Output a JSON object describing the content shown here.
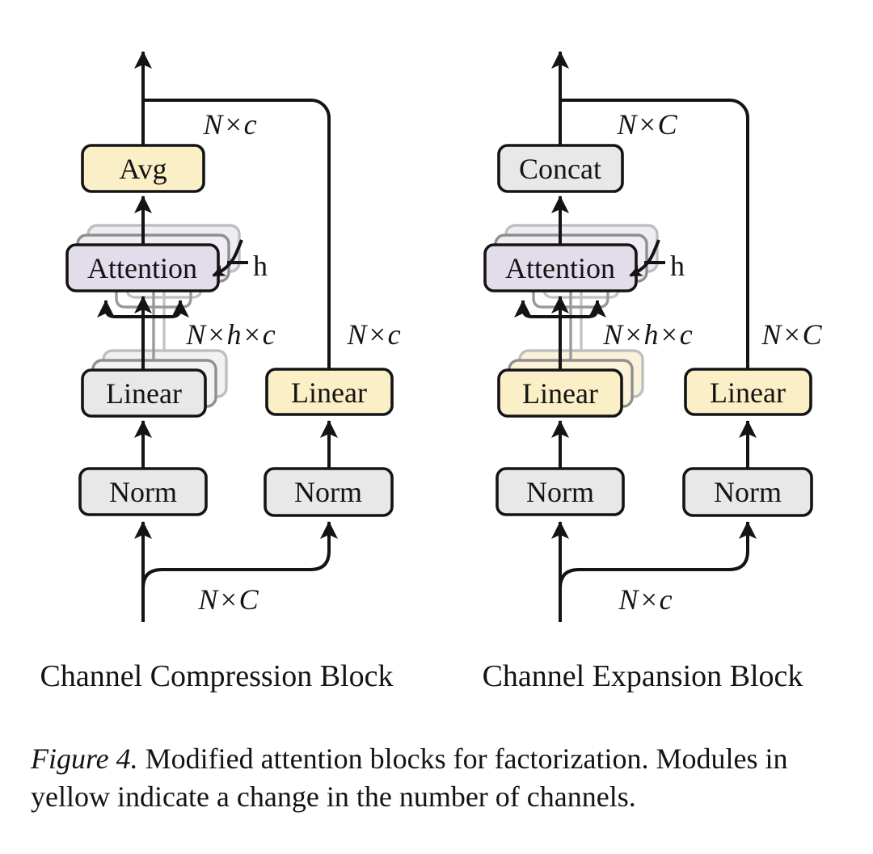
{
  "legend_colors": {
    "channel_change_fill": "#faefc6",
    "regular_module_fill": "#e8e8e8",
    "attention_fill": "#e3dcea",
    "line_color": "#141414"
  },
  "compression_block": {
    "title": "Channel Compression Block",
    "output_dim": "N×c",
    "skip_dim": "N×c",
    "multihead_dim": "N×h×c",
    "input_dim": "N×C",
    "num_heads_label": "h",
    "avg_label": "Avg",
    "attention_label": "Attention",
    "multihead_linear_label": "Linear",
    "skip_linear_label": "Linear",
    "main_norm_label": "Norm",
    "skip_norm_label": "Norm"
  },
  "expansion_block": {
    "title": "Channel Expansion Block",
    "output_dim": "N×C",
    "skip_dim": "N×C",
    "multihead_dim": "N×h×c",
    "input_dim": "N×c",
    "num_heads_label": "h",
    "concat_label": "Concat",
    "attention_label": "Attention",
    "multihead_linear_label": "Linear",
    "skip_linear_label": "Linear",
    "main_norm_label": "Norm",
    "skip_norm_label": "Norm"
  },
  "caption": {
    "figure_label": "Figure 4.",
    "text_line1": " Modified attention blocks for factorization. Modules in",
    "text_line2": "yellow indicate a change in the number of channels."
  }
}
